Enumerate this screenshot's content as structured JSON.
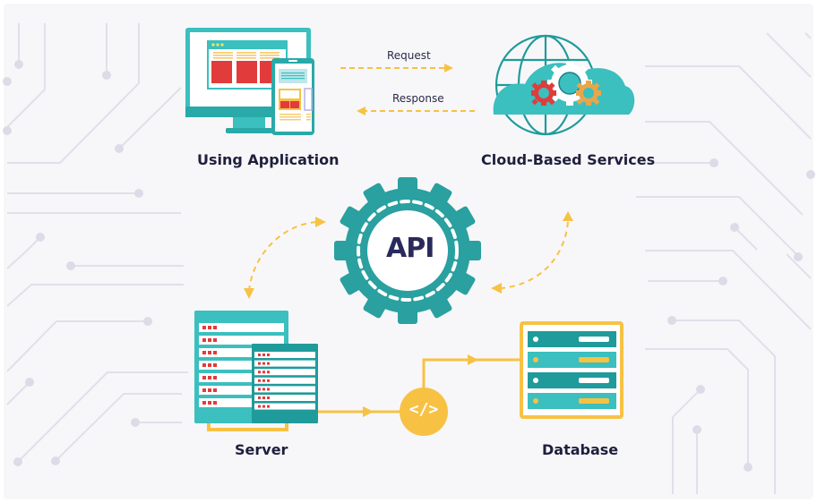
{
  "diagram": {
    "title": "API architecture flow",
    "nodes": {
      "application": {
        "label": "Using Application",
        "icon": "desktop-and-mobile-icon"
      },
      "cloud": {
        "label": "Cloud-Based Services",
        "icon": "cloud-globe-gears-icon"
      },
      "api": {
        "label": "API",
        "icon": "gear-icon"
      },
      "server": {
        "label": "Server",
        "icon": "server-rack-icon"
      },
      "code": {
        "label": "</>",
        "icon": "code-icon"
      },
      "database": {
        "label": "Database",
        "icon": "database-icon"
      }
    },
    "edges": [
      {
        "from": "application",
        "to": "cloud",
        "label": "Request",
        "style": "dashed"
      },
      {
        "from": "cloud",
        "to": "application",
        "label": "Response",
        "style": "dashed"
      },
      {
        "from": "api",
        "to": "server",
        "label": "",
        "style": "dashed-bidirectional"
      },
      {
        "from": "api",
        "to": "cloud",
        "label": "",
        "style": "dashed-bidirectional"
      },
      {
        "from": "server",
        "to": "code",
        "label": "",
        "style": "solid"
      },
      {
        "from": "code",
        "to": "database",
        "label": "",
        "style": "solid"
      }
    ],
    "colors": {
      "teal": "#3bbfbf",
      "teal_dark": "#1f9b9b",
      "yellow": "#f7c244",
      "red": "#e23b3b",
      "orange": "#e8a64a",
      "navy": "#2b2a5c",
      "circuit": "#dcdce8"
    }
  }
}
